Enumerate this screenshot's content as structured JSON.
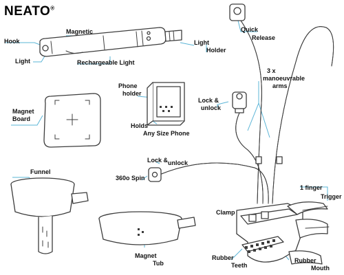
{
  "brand": {
    "name": "NEATO",
    "mark": "®"
  },
  "labels": {
    "hook": "Hook",
    "magnetic": "Magnetic",
    "light_left": "Light",
    "light_right": "Light",
    "holder": "Holder",
    "rechargeable_light": "Rechargeable Light",
    "quick": "Quick",
    "release": "Release",
    "arms_1": "3 x",
    "arms_2": "manoeuvrable",
    "arms_3": "arms",
    "phone": "Phone",
    "phone_holder": "holder",
    "holds": "Holds",
    "any_size_phone": "Any Size Phone",
    "lock_unlock_top_1": "Lock &",
    "lock_unlock_top_2": "unlock",
    "magnet": "Magnet",
    "board": "Board",
    "lock_unlock_mid_1": "Lock &",
    "lock_unlock_mid_2": "unlock",
    "spin": "360o Spin",
    "funnel": "Funnel",
    "one_finger": "1 finger",
    "trigger": "Trigger",
    "clamp": "Clamp",
    "rubber_left": "Rubber",
    "teeth": "Teeth",
    "rubber_right": "Rubber",
    "mouth": "Mouth",
    "magnet_tub_1": "Magnet",
    "magnet_tub_2": "Tub"
  },
  "colors": {
    "leader": "#5ab4d6",
    "ink": "#3c3c3c",
    "text": "#111111"
  }
}
